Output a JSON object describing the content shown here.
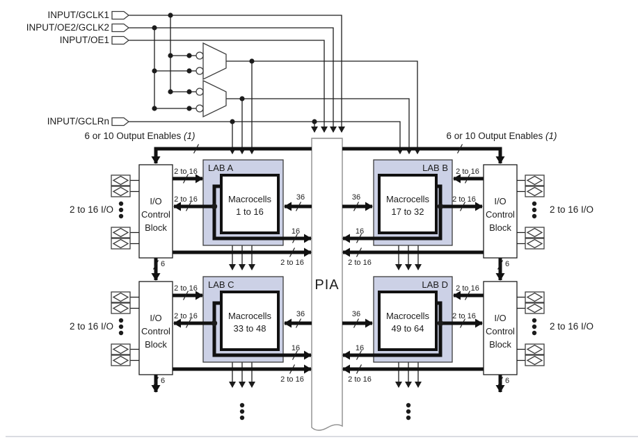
{
  "figure": {
    "inputs": [
      {
        "label": "INPUT/GCLK1"
      },
      {
        "label": "INPUT/OE2/GCLK2"
      },
      {
        "label": "INPUT/OE1"
      },
      {
        "label": "INPUT/GCLRn"
      }
    ],
    "output_enables": {
      "text": "6 or 10 Output Enables ",
      "note": "(1)"
    },
    "pia_label": "PIA",
    "labs": [
      {
        "name": "LAB A",
        "cells_line1": "Macrocells",
        "cells_line2": "1 to 16"
      },
      {
        "name": "LAB B",
        "cells_line1": "Macrocells",
        "cells_line2": "17 to 32"
      },
      {
        "name": "LAB C",
        "cells_line1": "Macrocells",
        "cells_line2": "33 to 48"
      },
      {
        "name": "LAB D",
        "cells_line1": "Macrocells",
        "cells_line2": "49 to 64"
      }
    ],
    "io_control_block": {
      "line1": "I/O",
      "line2": "Control",
      "line3": "Block"
    },
    "io_pins_label": "2 to 16 I/O",
    "bus_labels": {
      "io_width": "2 to 16",
      "pia_to_lab": "36",
      "lab_to_pia": "16",
      "oe_width": "6"
    }
  }
}
